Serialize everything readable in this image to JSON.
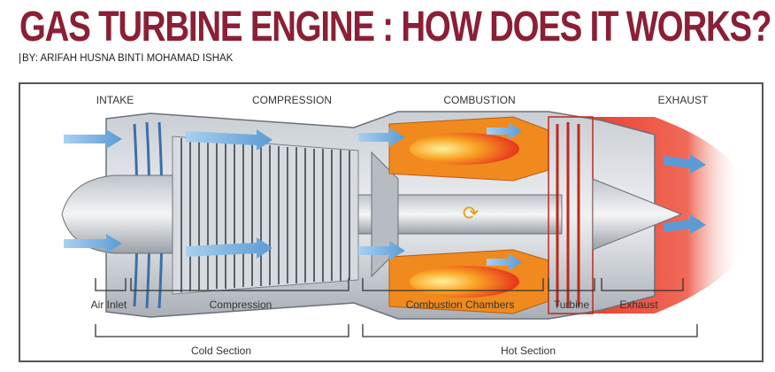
{
  "header": {
    "title": "GAS TURBINE ENGINE : HOW DOES IT WORKS?",
    "byline": "BY: ARIFAH HUSNA BINTI MOHAMAD ISHAK"
  },
  "diagram": {
    "top_labels": [
      "INTAKE",
      "COMPRESSION",
      "COMBUSTION",
      "EXHAUST"
    ],
    "section_labels": [
      "Air Inlet",
      "Compression",
      "Combustion Chambers",
      "Turbine",
      "Exhaust"
    ],
    "group_labels": [
      "Cold Section",
      "Hot Section"
    ]
  },
  "colors": {
    "title": "#8a1f35",
    "airflow": "#6aa6dc",
    "hot_gas": "#e8321e",
    "combustion": "#f08a1e",
    "casing": "#9aa0a8"
  }
}
